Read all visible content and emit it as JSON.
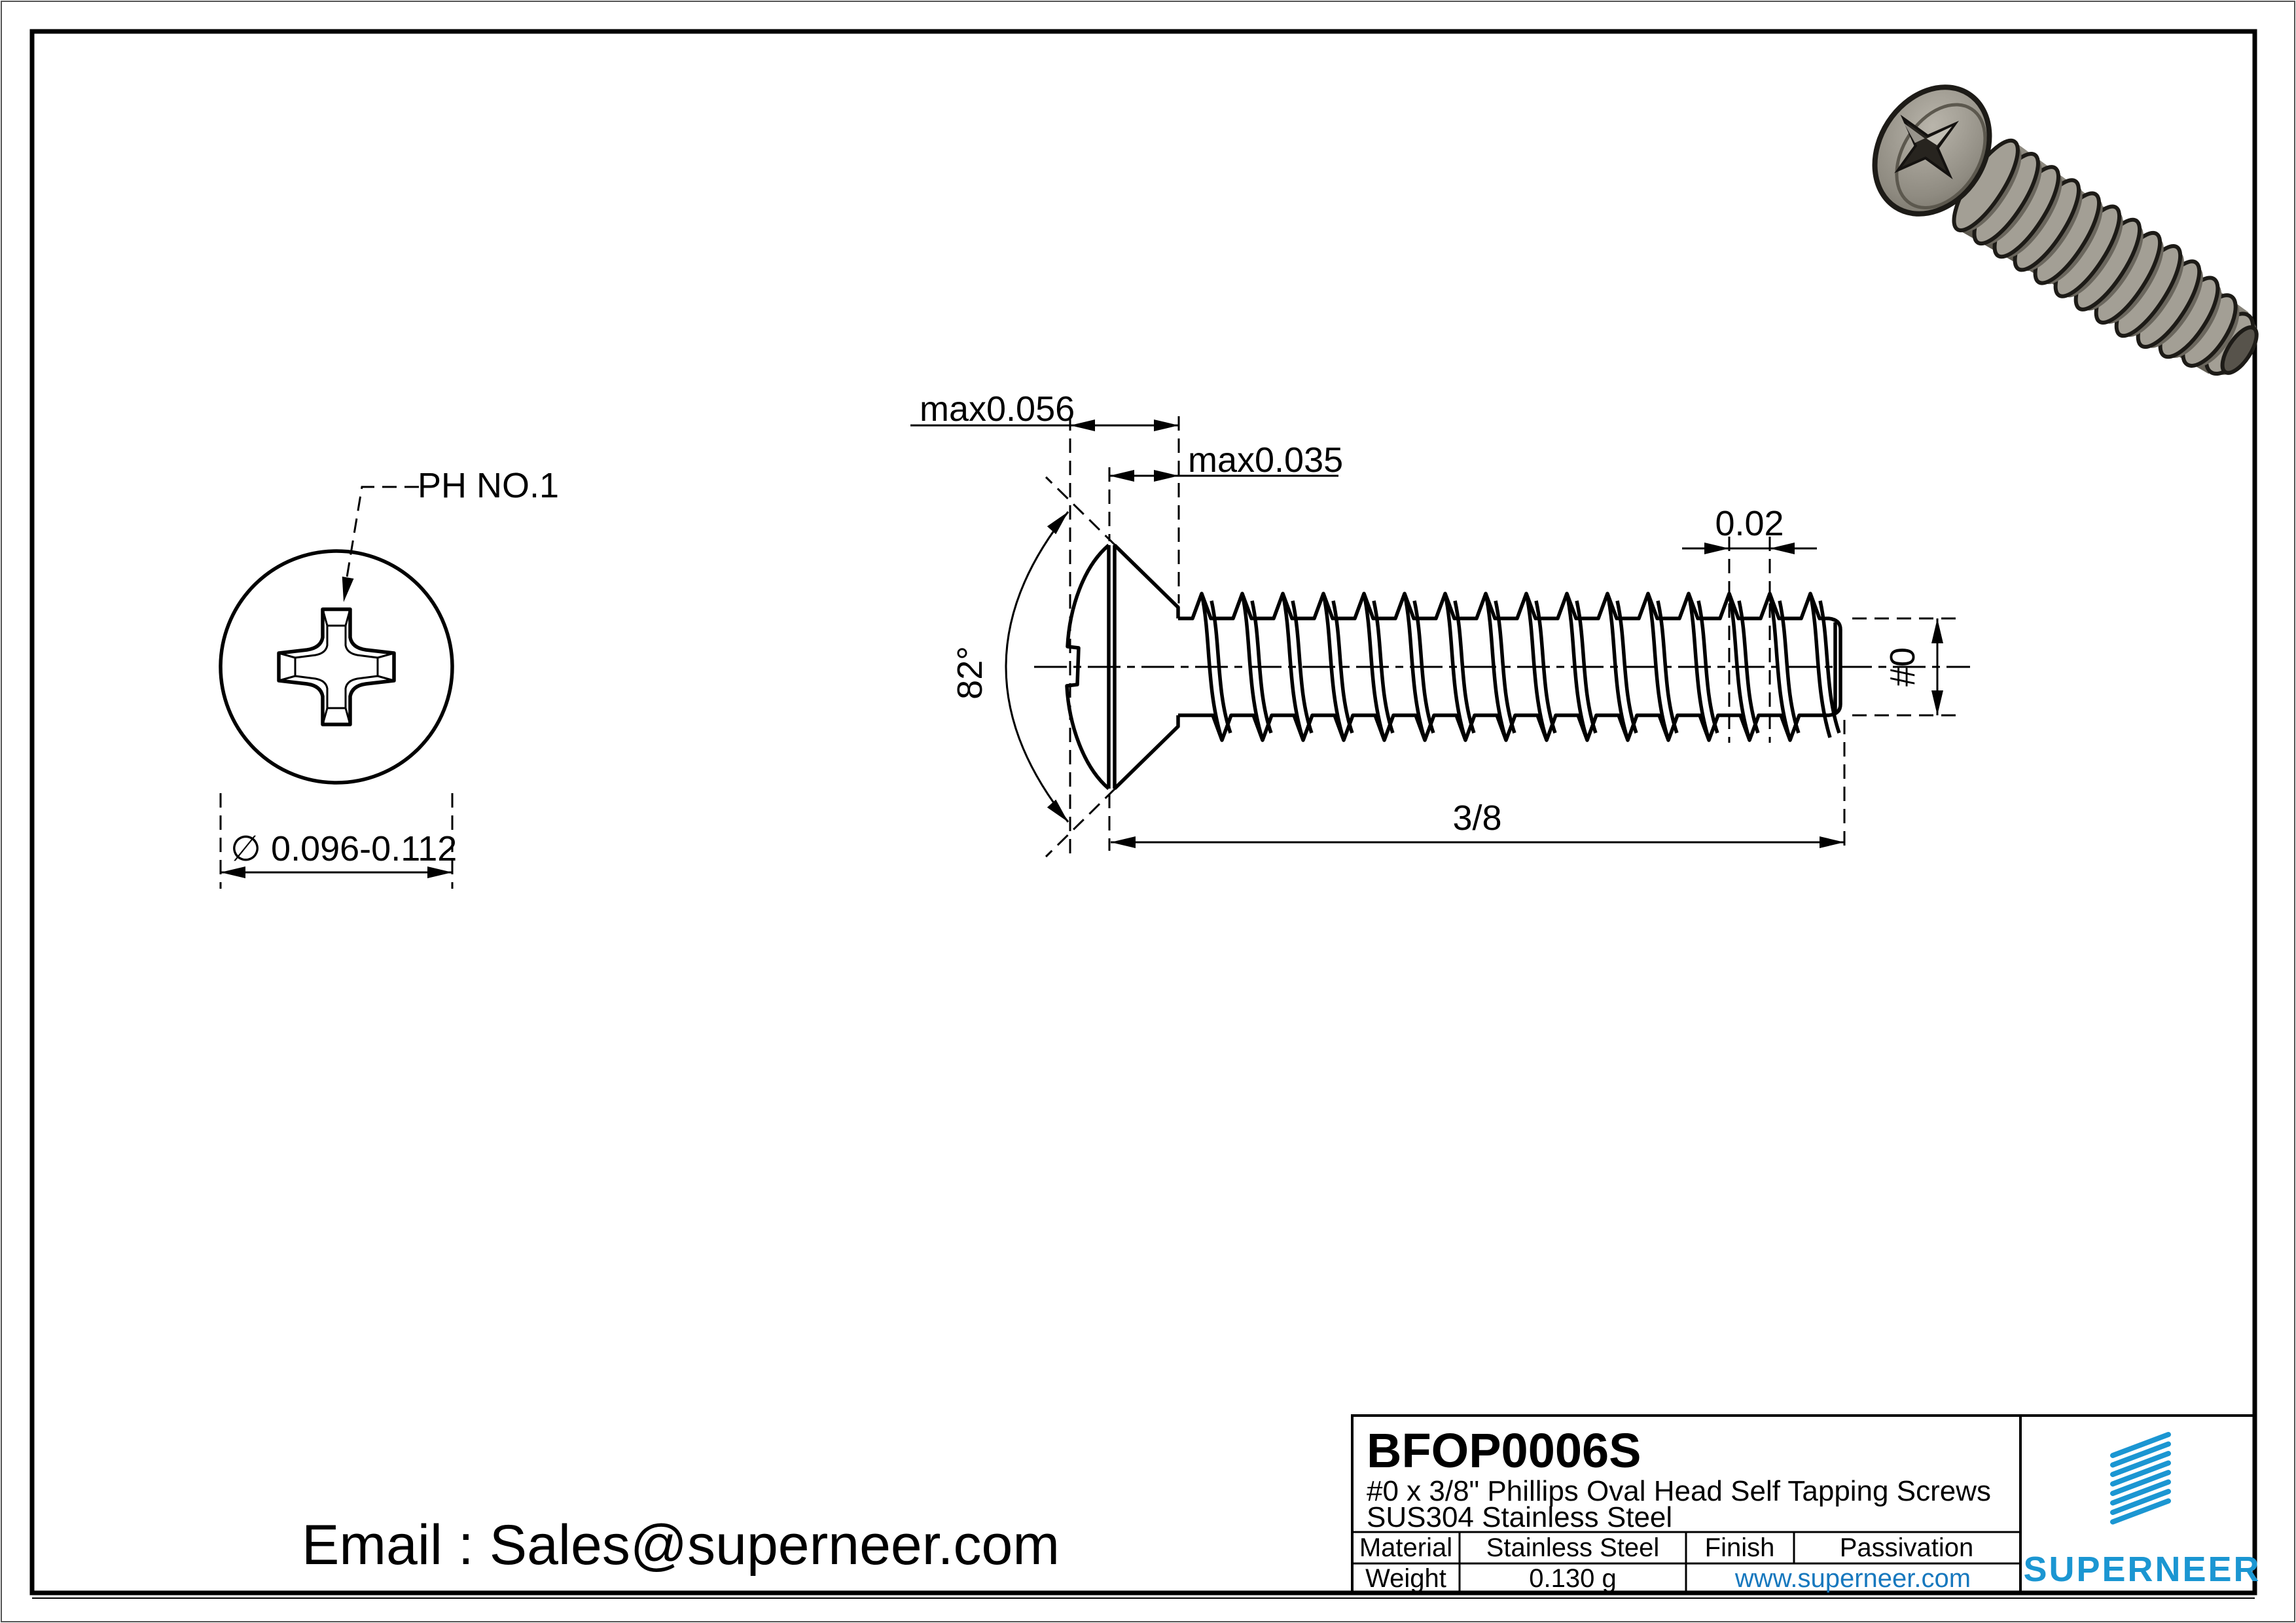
{
  "page": {
    "accent_blue": "#1b96d2",
    "link_blue": "#1778be",
    "line_color": "#000000"
  },
  "footer": {
    "email": "Email : Sales@superneer.com"
  },
  "title_block": {
    "part_number": "BFOP0006S",
    "description_line1": "#0 x 3/8\" Phillips Oval Head Self Tapping Screws",
    "description_line2": "SUS304 Stainless Steel",
    "material_label": "Material",
    "material_value": "Stainless Steel",
    "finish_label": "Finish",
    "finish_value": "Passivation",
    "weight_label": "Weight",
    "weight_value": "0.130 g",
    "website": "www.superneer.com",
    "brand": "SUPERNEER"
  },
  "head_view": {
    "callout": "PH NO.1",
    "diameter_dim": "∅ 0.096-0.112"
  },
  "side_view": {
    "dim_head_height": "max0.056",
    "dim_countersink": "max0.035",
    "dim_pitch": "0.02",
    "dim_angle": "82°",
    "dim_length": "3/8",
    "dim_diameter": "#0"
  }
}
